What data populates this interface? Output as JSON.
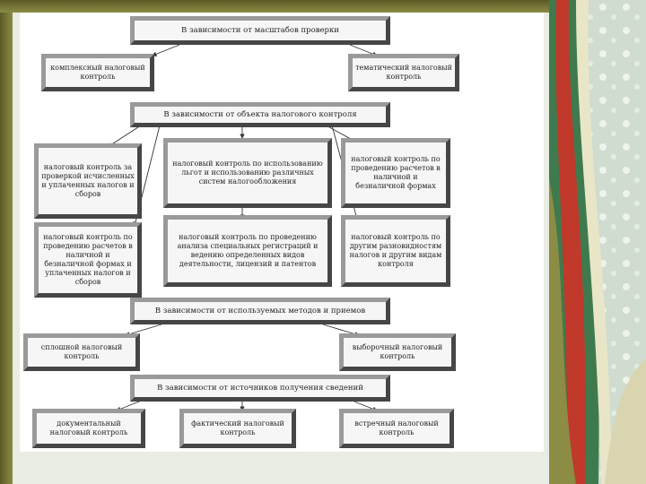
{
  "diagram": {
    "by_scale": {
      "header": "В зависимости от масштабов проверки",
      "left": "комплексный налоговый контроль",
      "right": "тематический налоговый контроль"
    },
    "by_object": {
      "header": "В зависимости от объекта налогового контроля",
      "items": [
        "налоговый контроль за проверкой исчисленных и уплаченных налогов и сборов",
        "налоговый контроль по использованию льгот и использованию различных систем налогообложения",
        "налоговый контроль по проведению расчетов в наличной и безналичной формах",
        "налоговый контроль по проведению расчетов в наличной и безналичной формах и уплаченных налогов и сборов",
        "налоговый контроль по проведению анализа специальных регистраций и ведению определенных видов деятельности, лицензий и патентов",
        "налоговый контроль по другим разновидностям налогов и другим видам контроля"
      ]
    },
    "by_methods": {
      "header": "В зависимости от используемых методов и приемов",
      "left": "сплошной налоговый контроль",
      "right": "выборочный налоговый контроль"
    },
    "by_source": {
      "header": "В зависимости от источников получения сведений",
      "items": [
        "документальный налоговый контроль",
        "фактический налоговый контроль",
        "встречный налоговый контроль"
      ]
    }
  },
  "colors": {
    "frame": "#7a7a3a",
    "slide_bg": "#e9ede4",
    "box_bg": "#f6f6f6",
    "deco_red": "#c0392b",
    "deco_green": "#4e8a5a"
  }
}
